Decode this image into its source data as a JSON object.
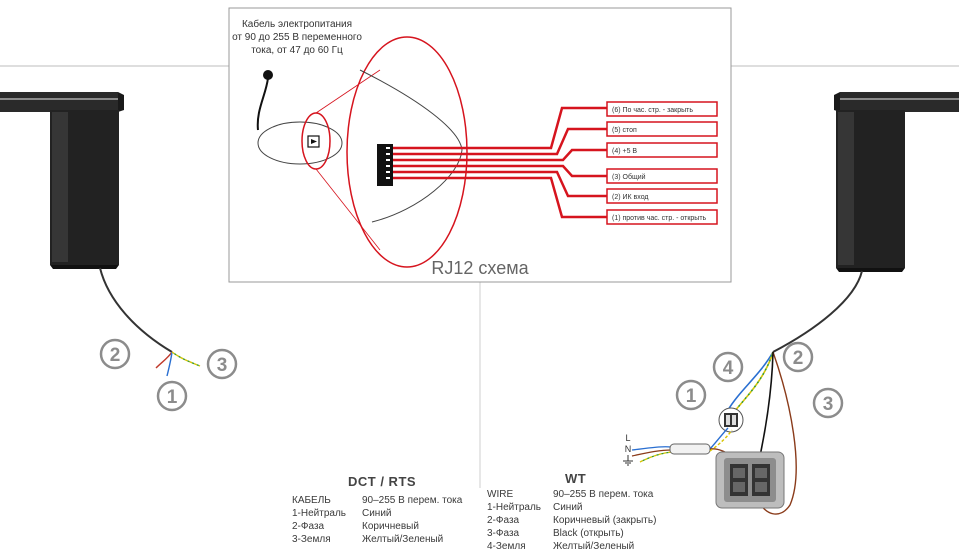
{
  "rj12": {
    "power_cable_label": [
      "Кабель электропитания",
      "от 90 до 255 В переменного",
      "тока, от 47 до 60 Гц"
    ],
    "caption": "RJ12 схема",
    "pins": [
      "(6) По час. стр. - закрыть",
      "(5) стоп",
      "(4) +5 В",
      "(3) Общий",
      "(2) ИК вход",
      "(1) против час. стр. - открыть"
    ]
  },
  "left_motor": {
    "callouts": [
      "2",
      "3",
      "1"
    ]
  },
  "right_motor": {
    "callouts": [
      "4",
      "2",
      "1",
      "3"
    ],
    "mains_labels": [
      "L",
      "N"
    ]
  },
  "colors": {
    "wire_red": "#d6141e",
    "callout_gray": "#8c8c8c",
    "blue": "#2a6fd1",
    "brown": "#8a3b1a",
    "yellow": "#d8c400",
    "green": "#3a9a2a"
  },
  "legend_dct": {
    "title": "DCT / RTS",
    "rows": [
      [
        "КАБЕЛЬ",
        "90–255 В перем. тока"
      ],
      [
        "1-Нейтраль",
        "Синий"
      ],
      [
        "2-Фаза",
        "Коричневый"
      ],
      [
        "3-Земля",
        "Желтый/Зеленый"
      ]
    ]
  },
  "legend_wt": {
    "title": "WT",
    "rows": [
      [
        "WIRE",
        "90–255 В перем. тока"
      ],
      [
        "1-Нейтраль",
        "Синий"
      ],
      [
        "2-Фаза",
        "Коричневый (закрыть)"
      ],
      [
        "3-Фаза",
        "Black (открыть)"
      ],
      [
        "4-Земля",
        "Желтый/Зеленый"
      ]
    ]
  }
}
